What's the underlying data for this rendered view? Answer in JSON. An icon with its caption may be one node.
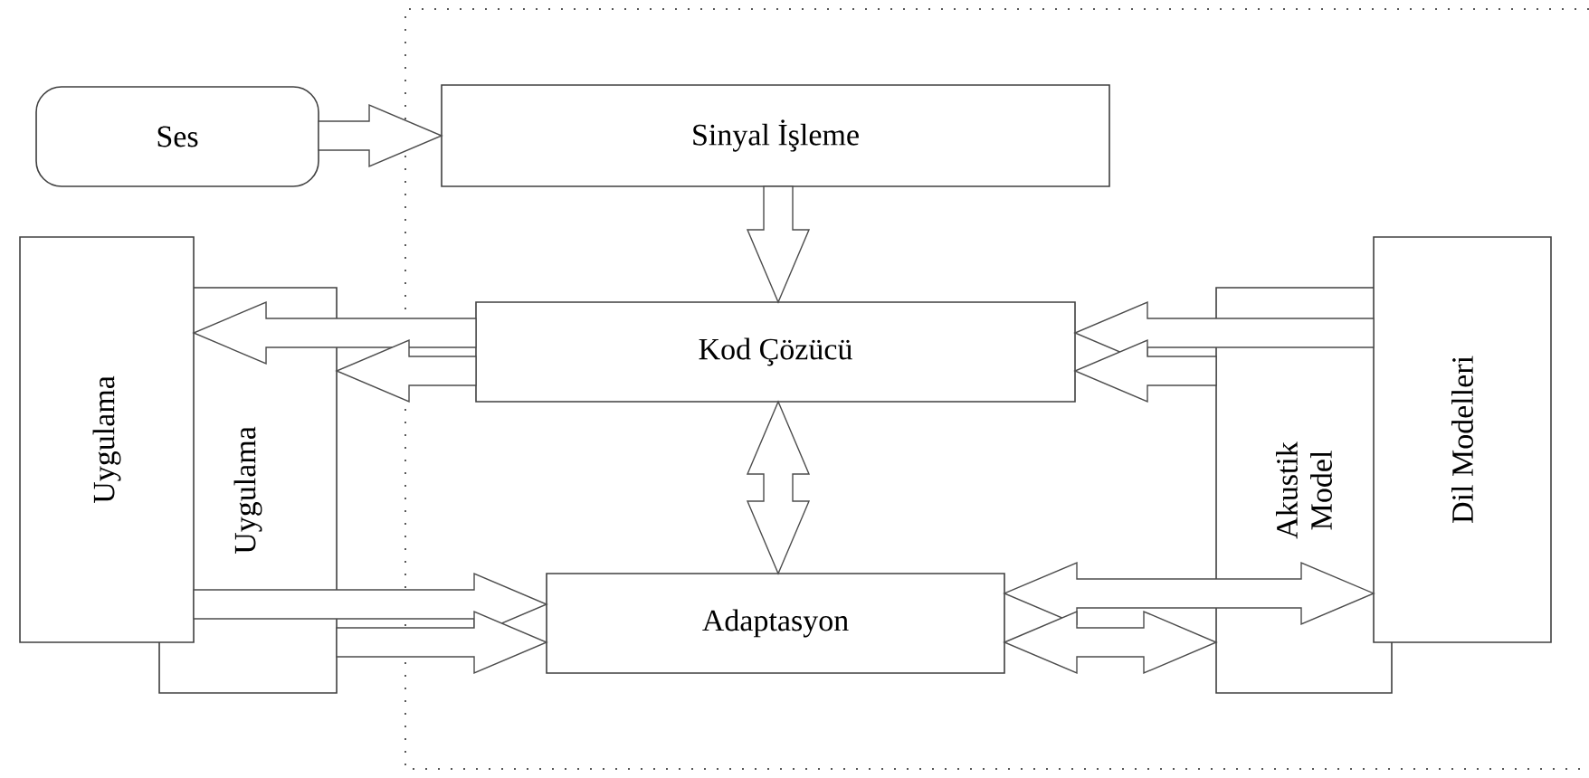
{
  "diagram": {
    "nodes": [
      {
        "text": [
          "Ses"
        ]
      },
      {
        "text": [
          "Sinyal İşleme"
        ]
      },
      {
        "text": [
          "Kod Çözücü"
        ]
      },
      {
        "text": [
          "Adaptasyon"
        ]
      },
      {
        "text": [
          "Uygulama"
        ]
      },
      {
        "text": [
          "Uygulama"
        ]
      },
      {
        "text": [
          "Akustik Model"
        ]
      },
      {
        "text": [
          "Dil Modelleri"
        ]
      }
    ],
    "edges": [
      {
        "from": 0,
        "to": 1,
        "arrow": "to"
      },
      {
        "from": 1,
        "to": 2,
        "arrow": "to"
      },
      {
        "from": 2,
        "to": 4,
        "arrow": "to"
      },
      {
        "from": 2,
        "to": 5,
        "arrow": "to"
      },
      {
        "from": 2,
        "to": 3,
        "arrow": "both"
      },
      {
        "from": 7,
        "to": 2,
        "arrow": "to"
      },
      {
        "from": 6,
        "to": 2,
        "arrow": "to"
      },
      {
        "from": 4,
        "to": 3,
        "arrow": "to"
      },
      {
        "from": 5,
        "to": 3,
        "arrow": "to"
      },
      {
        "from": 3,
        "to": 7,
        "arrow": "both"
      },
      {
        "from": 3,
        "to": 6,
        "arrow": "both"
      }
    ]
  }
}
